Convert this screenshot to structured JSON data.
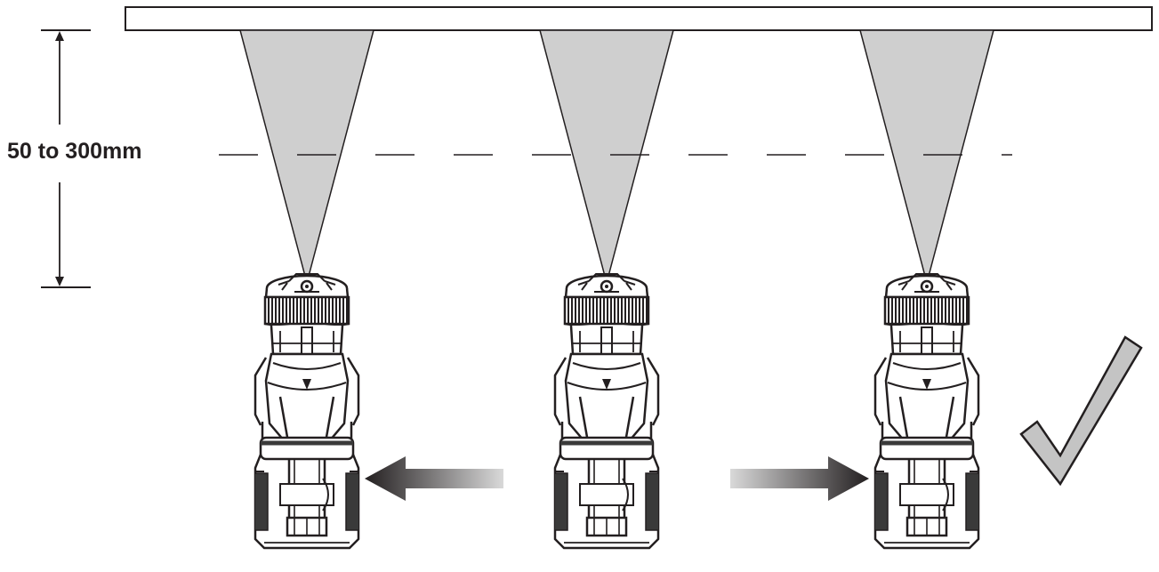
{
  "distance_label": "50 to 300mm",
  "colors": {
    "outline": "#231f20",
    "spray_fill": "#cfcfcf",
    "check_fill": "#c4c4c4",
    "arrow_dark": "#231f20",
    "arrow_light": "#d9d9d9",
    "body_white": "#ffffff",
    "collar_dark": "#3a3a3a"
  },
  "icons": [
    "spray-gun-icon",
    "spray-cone",
    "direction-arrow",
    "check-mark-icon"
  ]
}
